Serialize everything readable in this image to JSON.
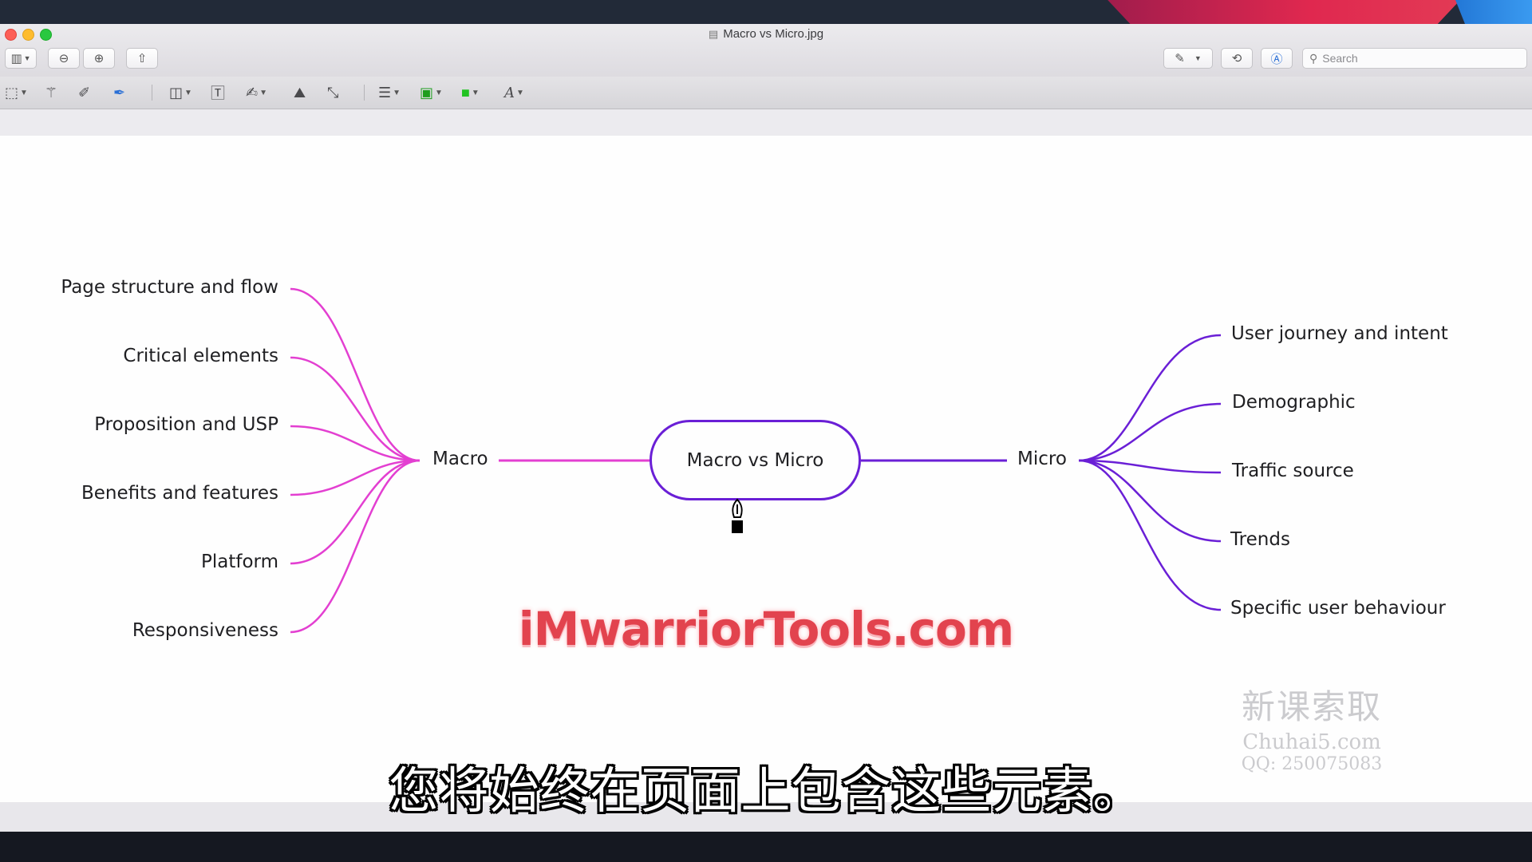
{
  "window": {
    "title": "Macro vs Micro.jpg"
  },
  "toolbar": {
    "search_placeholder": "Search"
  },
  "mindmap": {
    "center": "Macro vs Micro",
    "macro": {
      "label": "Macro",
      "color": "#e33fd1",
      "children": [
        "Page structure and flow",
        "Critical elements",
        "Proposition and USP",
        "Benefits and features",
        "Platform",
        "Responsiveness"
      ]
    },
    "micro": {
      "label": "Micro",
      "color": "#6a1fd6",
      "children": [
        "User journey and intent",
        "Demographic",
        "Traffic source",
        "Trends",
        "Specific user behaviour"
      ]
    }
  },
  "overlay": {
    "watermark": "iMwarriorTools.com",
    "watermark2_line1": "新课索取",
    "watermark2_line2": "Chuhai5.com",
    "watermark2_line3": "QQ: 250075083",
    "subtitle": "您将始终在页面上包含这些元素。"
  }
}
